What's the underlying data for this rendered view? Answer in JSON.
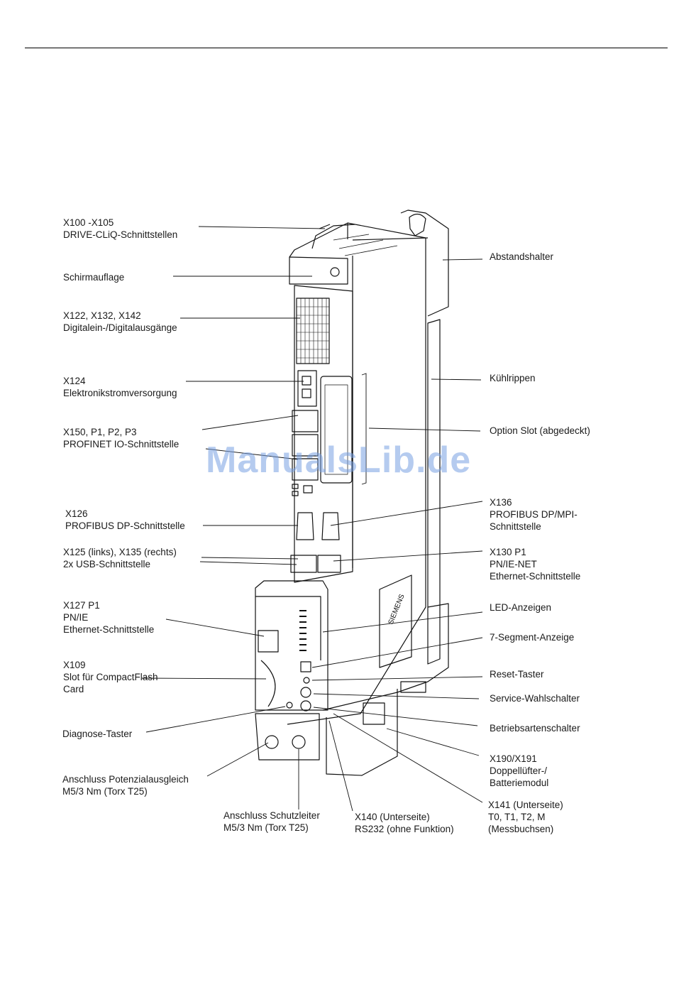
{
  "watermark": "ManualsLib.de",
  "device": {
    "brand": "SIEMENS"
  },
  "labels": {
    "x100": [
      "X100 -X105",
      "DRIVE-CLiQ-Schnittstellen"
    ],
    "schirm": [
      "Schirmauflage"
    ],
    "x122": [
      "X122, X132, X142",
      "Digitalein-/Digitalausgänge"
    ],
    "x124": [
      "X124",
      "Elektronikstromversorgung"
    ],
    "x150": [
      "X150,  P1, P2, P3",
      "PROFINET IO-Schnittstelle"
    ],
    "x126": [
      "X126",
      "PROFIBUS DP-Schnittstelle"
    ],
    "x125": [
      "X125 (links), X135 (rechts)",
      "2x USB-Schnittstelle"
    ],
    "x127": [
      "X127 P1",
      "PN/IE",
      "Ethernet-Schnittstelle"
    ],
    "x109": [
      "X109",
      "Slot für CompactFlash",
      "Card"
    ],
    "diag": [
      "Diagnose-Taster"
    ],
    "potential": [
      "Anschluss Potenzialausgleich",
      "M5/3 Nm (Torx T25)"
    ],
    "schutz": [
      "Anschluss Schutzleiter",
      "M5/3 Nm (Torx T25)"
    ],
    "x140": [
      "X140 (Unterseite)",
      "RS232 (ohne Funktion)"
    ],
    "x141": [
      "X141 (Unterseite)",
      "T0, T1, T2, M",
      "(Messbuchsen)"
    ],
    "abstand": [
      "Abstandshalter"
    ],
    "kuehl": [
      "Kühlrippen"
    ],
    "option": [
      "Option Slot (abgedeckt)"
    ],
    "x136": [
      "X136",
      "PROFIBUS DP/MPI-",
      "Schnittstelle"
    ],
    "x130": [
      "X130 P1",
      "PN/IE-NET",
      "Ethernet-Schnittstelle"
    ],
    "led": [
      "LED-Anzeigen"
    ],
    "seg7": [
      "7-Segment-Anzeige"
    ],
    "reset": [
      "Reset-Taster"
    ],
    "service": [
      "Service-Wahlschalter"
    ],
    "betrieb": [
      "Betriebsartenschalter"
    ],
    "x190": [
      "X190/X191",
      "Doppellüfter-/",
      "Batteriemodul"
    ]
  }
}
